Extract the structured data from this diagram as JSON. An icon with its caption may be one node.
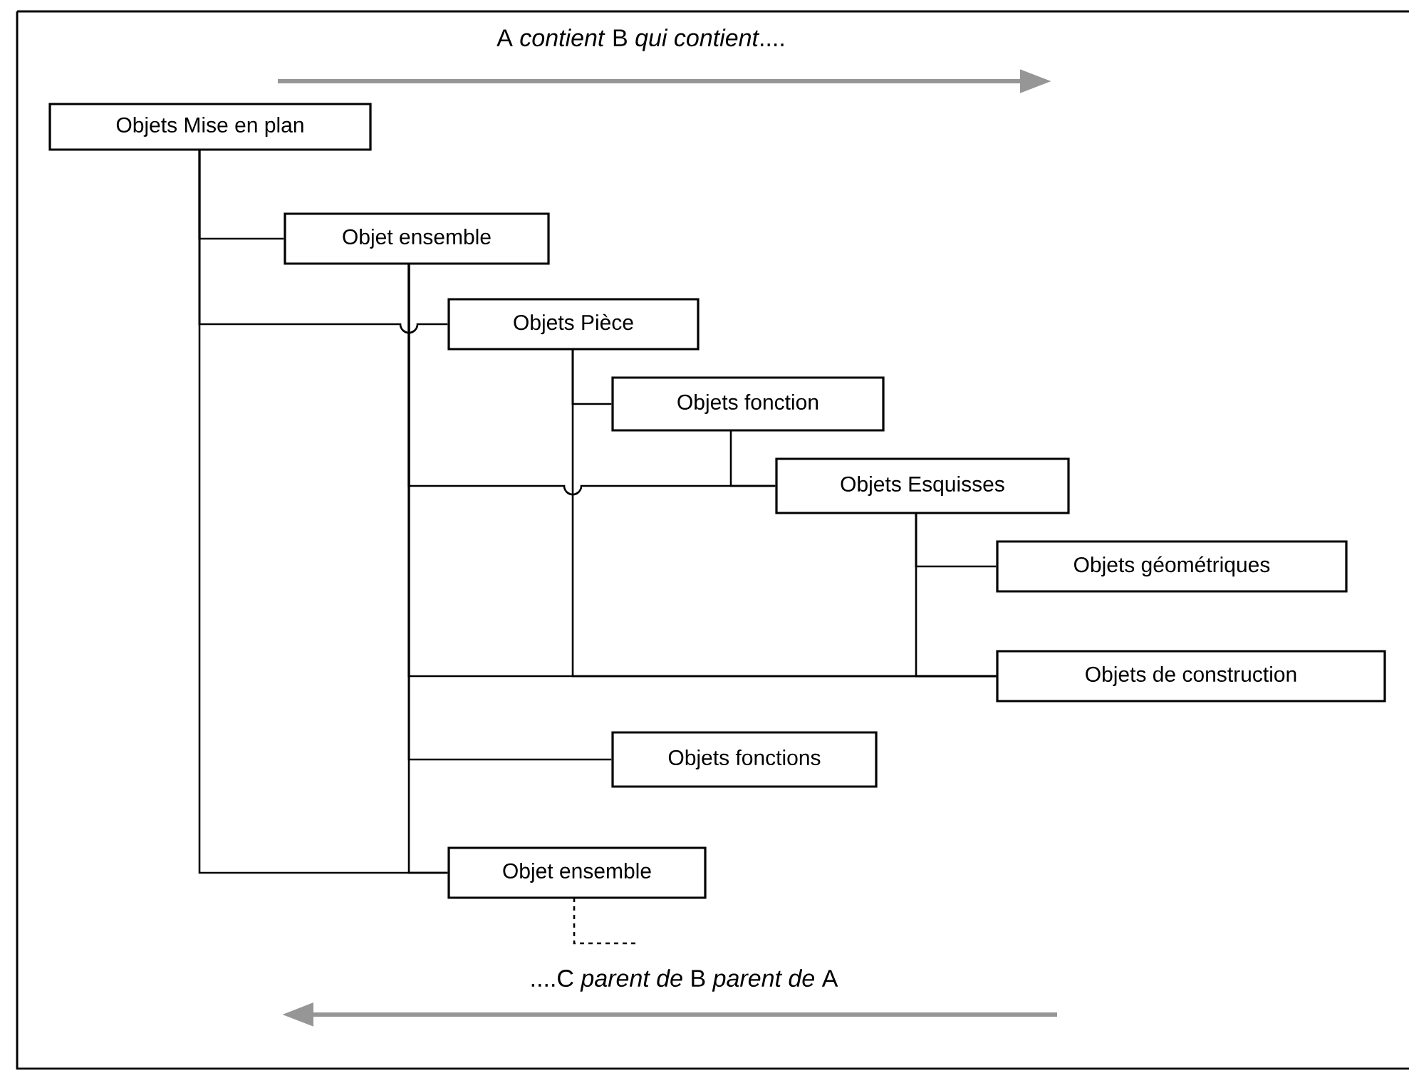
{
  "diagram": {
    "nodes": [
      {
        "text": [
          "Objets Mise en plan"
        ]
      },
      {
        "text": [
          "Objet ensemble"
        ]
      },
      {
        "text": [
          "Objets Pièce"
        ]
      },
      {
        "text": [
          "Objets fonction"
        ]
      },
      {
        "text": [
          "Objets Esquisses"
        ]
      },
      {
        "text": [
          "Objets géométriques"
        ]
      },
      {
        "text": [
          "Objets de construction"
        ]
      },
      {
        "text": [
          "Objets fonctions"
        ]
      },
      {
        "text": [
          "Objet ensemble"
        ]
      }
    ],
    "edges": [
      {
        "from": 0,
        "to": 1,
        "arrow": "none"
      },
      {
        "from": 0,
        "to": 2,
        "arrow": "none"
      },
      {
        "from": 0,
        "to": 8,
        "arrow": "none"
      },
      {
        "from": 1,
        "to": 4,
        "arrow": "none"
      },
      {
        "from": 1,
        "to": 6,
        "arrow": "none"
      },
      {
        "from": 1,
        "to": 7,
        "arrow": "none"
      },
      {
        "from": 1,
        "to": 8,
        "arrow": "none"
      },
      {
        "from": 2,
        "to": 3,
        "arrow": "none"
      },
      {
        "from": 2,
        "to": 6,
        "arrow": "none"
      },
      {
        "from": 3,
        "to": 4,
        "arrow": "none"
      },
      {
        "from": 4,
        "to": 5,
        "arrow": "none"
      },
      {
        "from": 4,
        "to": 6,
        "arrow": "none"
      },
      {
        "from": 8,
        "to": null,
        "arrow": "none",
        "style": "dashed"
      }
    ],
    "labels": [
      "A *contient* B *qui contient*....",
      "....C *parent de* B *parent de* A"
    ]
  }
}
